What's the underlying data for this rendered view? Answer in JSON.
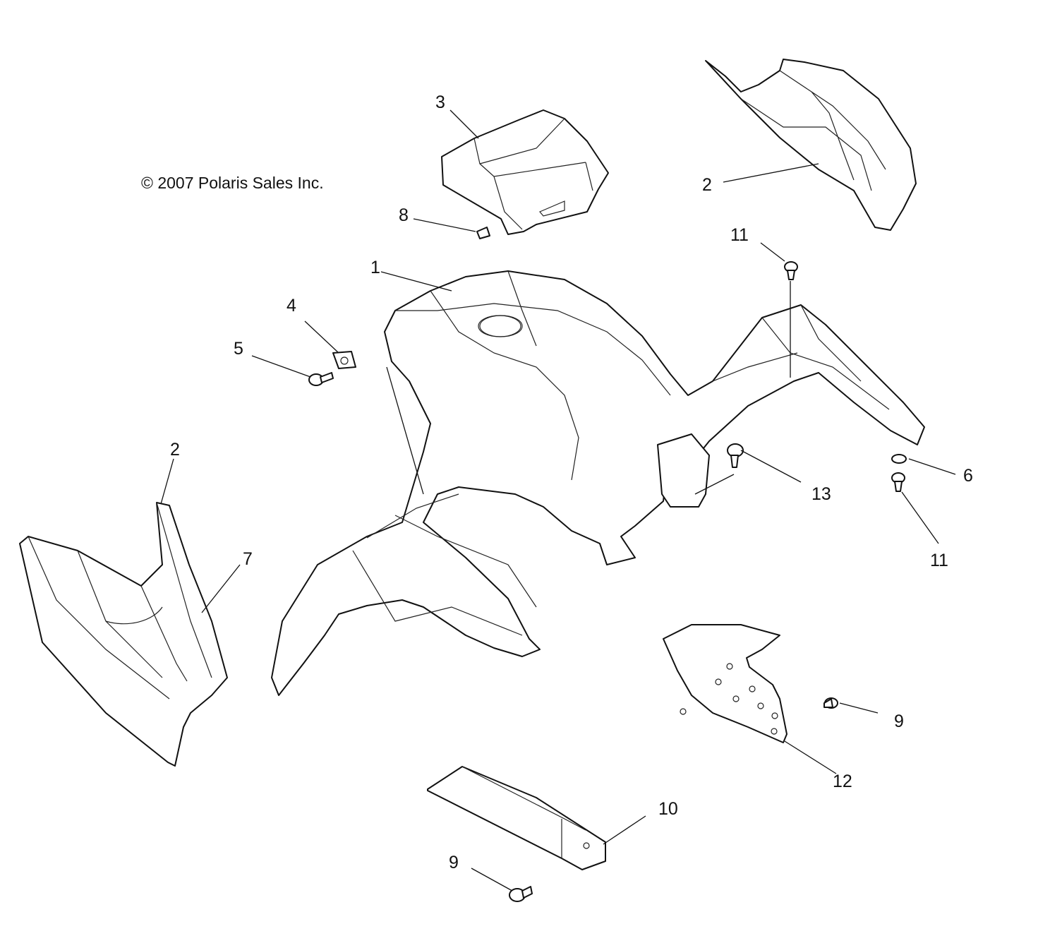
{
  "copyright": "© 2007 Polaris Sales Inc.",
  "callouts": {
    "c1": "1",
    "c2_top": "2",
    "c2_left": "2",
    "c3": "3",
    "c4": "4",
    "c5": "5",
    "c6": "6",
    "c7": "7",
    "c8": "8",
    "c9_right": "9",
    "c9_bottom": "9",
    "c10": "10",
    "c11_top": "11",
    "c11_right": "11",
    "c12": "12",
    "c13": "13"
  }
}
